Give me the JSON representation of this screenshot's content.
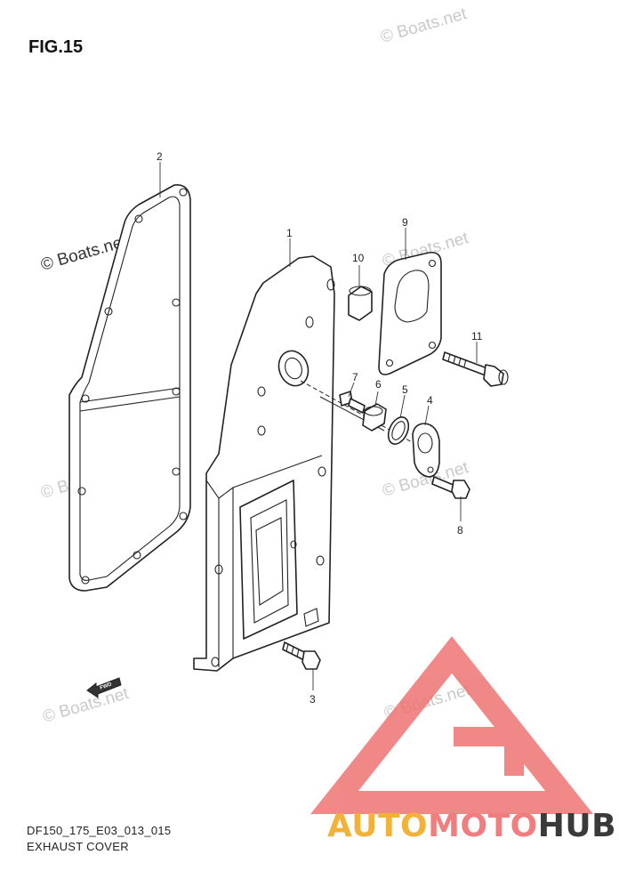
{
  "figure": {
    "title": "FIG.15"
  },
  "footer": {
    "code": "DF150_175_E03_013_015",
    "name": "EXHAUST COVER"
  },
  "watermark": {
    "text": "© Boats.net"
  },
  "callouts": [
    "1",
    "2",
    "3",
    "4",
    "5",
    "6",
    "7",
    "8",
    "9",
    "10",
    "11"
  ],
  "fwd_label": "FWD",
  "logo": {
    "part1": "AUTO",
    "part2": "MOTO",
    "part3": "HUB",
    "colors": {
      "auto": "#f2b23a",
      "moto": "#f07e7e",
      "hub": "#3a3a3a"
    }
  }
}
